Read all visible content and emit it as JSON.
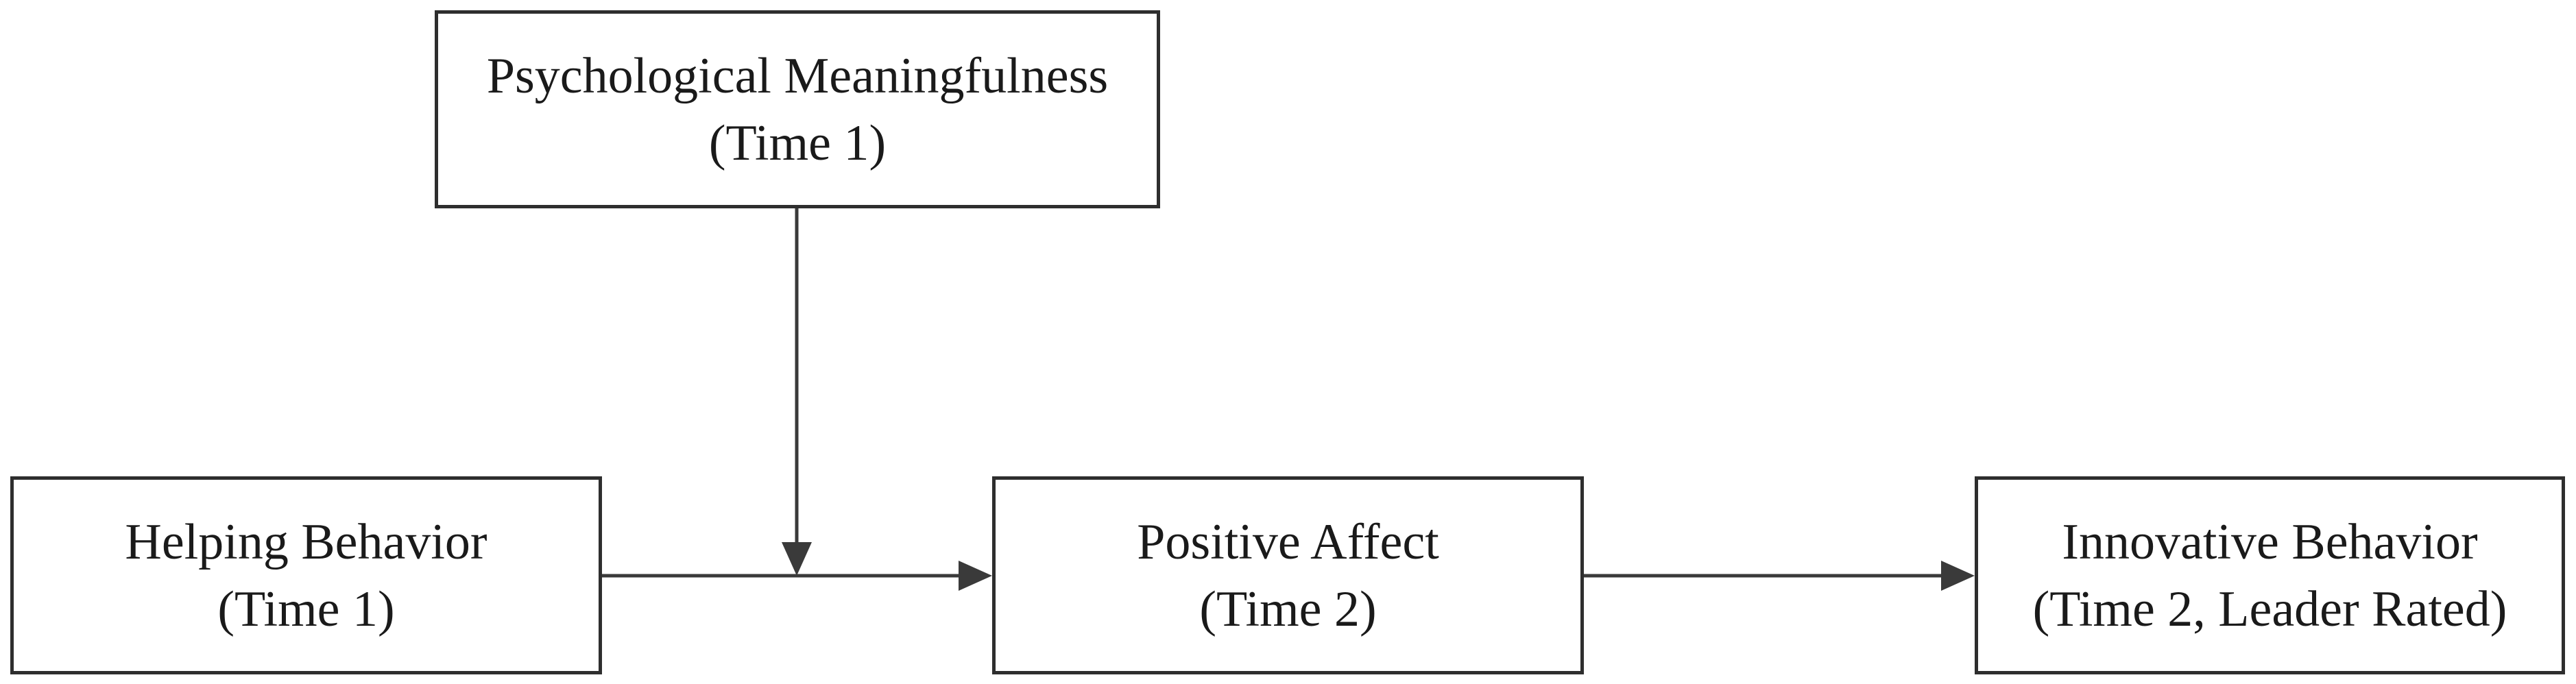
{
  "nodes": {
    "moderator": {
      "line1": "Psychological Meaningfulness",
      "line2": "(Time 1)"
    },
    "helping": {
      "line1": "Helping Behavior",
      "line2": "(Time 1)"
    },
    "positive": {
      "line1": "Positive Affect",
      "line2": "(Time 2)"
    },
    "innovative": {
      "line1": "Innovative Behavior",
      "line2": "(Time 2, Leader Rated)"
    }
  },
  "edges": [
    {
      "from": "helping",
      "to": "positive"
    },
    {
      "from": "positive",
      "to": "innovative"
    },
    {
      "from": "moderator",
      "to": "helping-positive-path"
    }
  ],
  "colors": {
    "line": "#3a3a3a",
    "border": "#2e2e2e",
    "text": "#1a1a1a"
  }
}
